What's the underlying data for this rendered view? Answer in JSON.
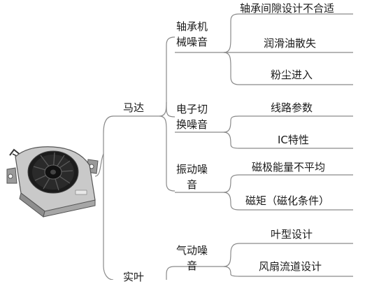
{
  "root": {
    "image": "laptop-cooling-fan",
    "branches": [
      {
        "label": "马达",
        "children": [
          {
            "label_lines": [
              "轴承机",
              "械噪音"
            ],
            "leaves": [
              "轴承间隙设计不合适",
              "润滑油散失",
              "粉尘进入"
            ]
          },
          {
            "label_lines": [
              "电子切",
              "换噪音"
            ],
            "leaves": [
              "线路参数",
              "IC特性"
            ]
          },
          {
            "label_lines": [
              "振动噪",
              "音"
            ],
            "leaves": [
              "磁极能量不平均",
              "磁矩（磁化条件）"
            ]
          }
        ]
      },
      {
        "label": "实叶",
        "children": [
          {
            "label_lines": [
              "气动噪",
              "音"
            ],
            "leaves": [
              "叶型设计",
              "风扇流道设计"
            ]
          }
        ]
      }
    ]
  },
  "colors": {
    "line": "#8a8a8a",
    "text": "#1a1a1a"
  }
}
